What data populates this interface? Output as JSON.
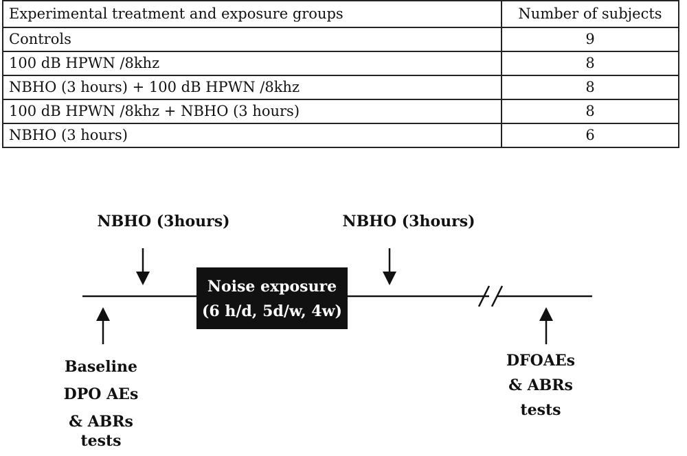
{
  "table": {
    "header": {
      "group": "Experimental treatment and exposure groups",
      "count": "Number of subjects"
    },
    "rows": [
      {
        "group": "Controls",
        "count": "9"
      },
      {
        "group": "100 dB HPWN /8khz",
        "count": "8"
      },
      {
        "group": "NBHO (3 hours) + 100 dB HPWN /8khz",
        "count": "8"
      },
      {
        "group": "100 dB HPWN /8khz + NBHO (3 hours)",
        "count": "8"
      },
      {
        "group": "NBHO (3 hours)",
        "count": "6"
      }
    ]
  },
  "timeline": {
    "nbho_before": "NBHO (3hours)",
    "nbho_after": "NBHO (3hours)",
    "noise_title": "Noise exposure",
    "noise_schedule": "(6 h/d, 5d/w, 4w)",
    "baseline_lines": [
      "Baseline",
      "DPO AEs",
      "& ABRs",
      "tests"
    ],
    "final_lines": [
      "DFOAEs",
      "& ABRs",
      "tests"
    ]
  }
}
